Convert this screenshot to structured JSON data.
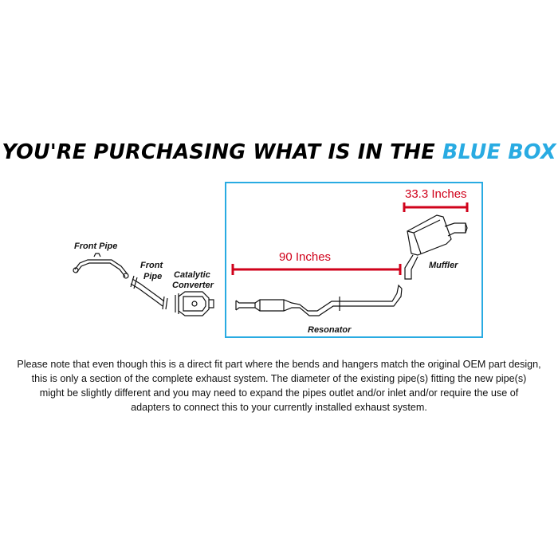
{
  "headline": {
    "text_black": "YOU'RE PURCHASING WHAT IS IN THE",
    "text_blue": "BLUE BOX"
  },
  "labels": {
    "front_pipe_1": "Front Pipe",
    "front_pipe_2": [
      "Front",
      "Pipe"
    ],
    "catalytic_converter": [
      "Catalytic",
      "Converter"
    ],
    "resonator": "Resonator",
    "muffler": "Muffler"
  },
  "measurements": {
    "length_main": "90 Inches",
    "length_tail": "33.3 Inches"
  },
  "colors": {
    "blue_box": "#29abe2",
    "measure_red": "#d0021b"
  },
  "note_lines": [
    "Please note that even though this is a direct fit part where the bends and hangers match the original OEM part design,",
    "this is only a section of the complete exhaust system. The diameter of the existing pipe(s) fitting the new pipe(s)",
    "might be slightly different and you may need to expand the pipes outlet and/or inlet and/or require the use of",
    "adapters to connect this to your currently installed exhaust system."
  ]
}
